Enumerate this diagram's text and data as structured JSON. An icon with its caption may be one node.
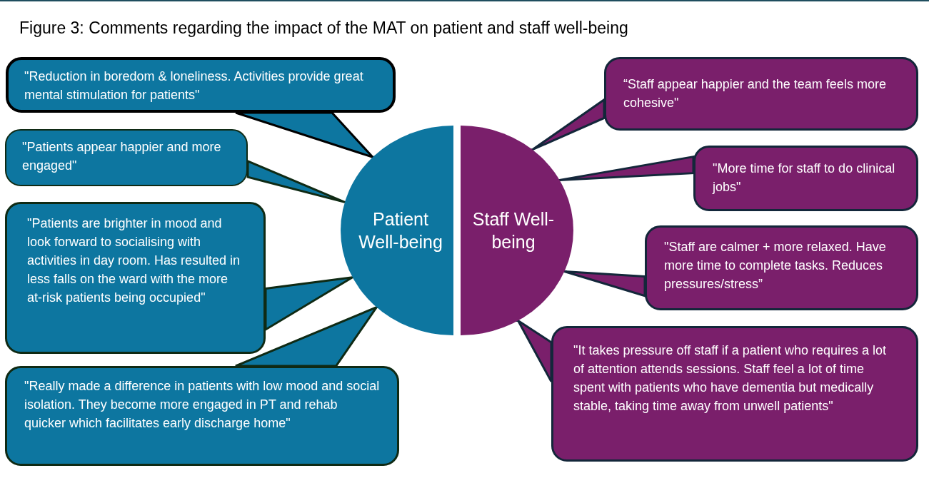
{
  "diagram": {
    "title": "Figure 3: Comments regarding the impact of the MAT on patient and staff well-being",
    "nodes": [
      {
        "text": [
          "Patient Well-being"
        ]
      },
      {
        "text": [
          "Staff Well-being"
        ]
      },
      {
        "text": [
          "\"Reduction in boredom & loneliness. Activities provide great mental stimulation for patients\""
        ]
      },
      {
        "text": [
          "\"Patients appear happier and more engaged\""
        ]
      },
      {
        "text": [
          "\"Patients are brighter in mood and look forward to socialising with activities in day room. Has resulted in less falls on the ward with the more at-risk patients being occupied\""
        ]
      },
      {
        "text": [
          "\"Really made a difference in patients with low mood and social isolation.  They become more engaged in PT and rehab quicker which facilitates early discharge home\""
        ]
      },
      {
        "text": [
          "“Staff appear happier and the team feels more cohesive\""
        ]
      },
      {
        "text": [
          "\"More time for staff to do clinical jobs\""
        ]
      },
      {
        "text": [
          "\"Staff are calmer + more relaxed. Have more time to complete tasks. Reduces pressures/stress”"
        ]
      },
      {
        "text": [
          "\"It takes pressure off staff if a patient who requires a lot of attention attends sessions. Staff feel a lot of time spent with patients who have dementia but medically stable, taking time away from unwell patients\""
        ]
      }
    ],
    "edges": [
      {
        "from": 2,
        "to": 0,
        "arrow": "none"
      },
      {
        "from": 3,
        "to": 0,
        "arrow": "none"
      },
      {
        "from": 4,
        "to": 0,
        "arrow": "none"
      },
      {
        "from": 5,
        "to": 0,
        "arrow": "none"
      },
      {
        "from": 6,
        "to": 1,
        "arrow": "none"
      },
      {
        "from": 7,
        "to": 1,
        "arrow": "none"
      },
      {
        "from": 8,
        "to": 1,
        "arrow": "none"
      },
      {
        "from": 9,
        "to": 1,
        "arrow": "none"
      }
    ]
  }
}
